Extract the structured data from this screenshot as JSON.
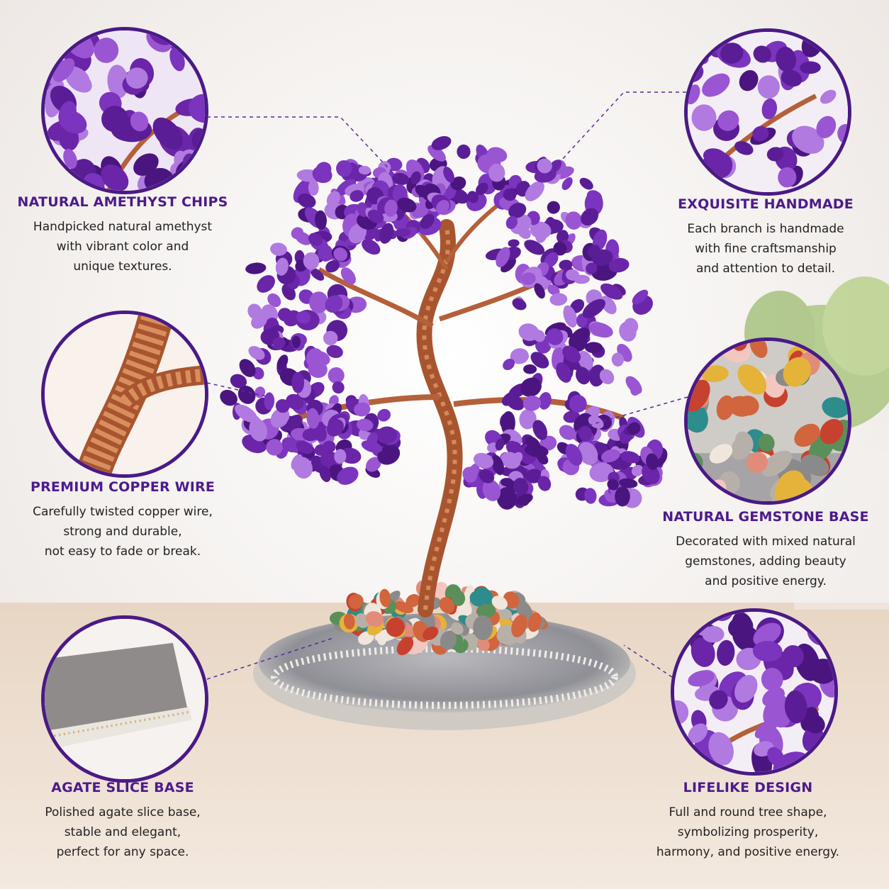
{
  "features": [
    {
      "id": "amethyst",
      "title": "NATURAL AMETHYST CHIPS",
      "lines": [
        "Handpicked natural amethyst",
        "with vibrant color and",
        "unique textures."
      ]
    },
    {
      "id": "handmade",
      "title": "EXQUISITE HANDMADE",
      "lines": [
        "Each branch is handmade",
        "with fine craftsmanship",
        "and attention to detail."
      ]
    },
    {
      "id": "copper",
      "title": "PREMIUM COPPER WIRE",
      "lines": [
        "Carefully twisted copper wire,",
        "strong and durable,",
        "not easy to fade or break."
      ]
    },
    {
      "id": "gemstone",
      "title": "NATURAL GEMSTONE BASE",
      "lines": [
        "Decorated with mixed natural",
        "gemstones, adding beauty",
        "and positive energy."
      ]
    },
    {
      "id": "agate",
      "title": "AGATE SLICE BASE",
      "lines": [
        "Polished agate slice base,",
        "stable and elegant,",
        "perfect for any space."
      ]
    },
    {
      "id": "lifelike",
      "title": "LIFELIKE DESIGN",
      "lines": [
        "Full and round tree shape,",
        "symbolizing prosperity,",
        "harmony, and positive energy."
      ]
    }
  ],
  "colors": {
    "accent": "#4a1a86",
    "title_text": "#4d1a8c",
    "amethyst": "#7b2fbf",
    "copper": "#b8603a",
    "agate": "#9a9aa0"
  },
  "icons": {
    "tree": "amethyst-tree-icon",
    "base": "agate-slice-icon"
  }
}
